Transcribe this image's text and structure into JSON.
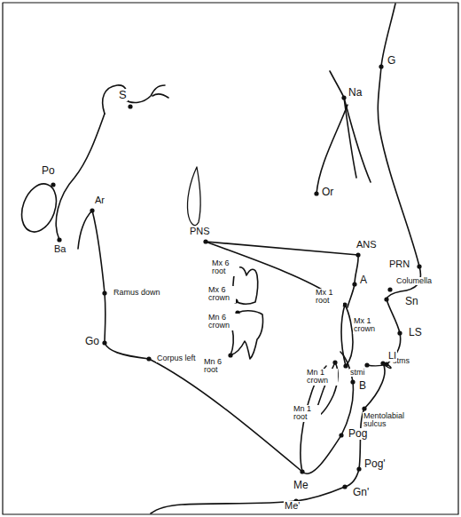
{
  "diagram": {
    "labels": [
      "G",
      "Na",
      "Or",
      "S",
      "Po",
      "Ar",
      "Ba",
      "PRN",
      "Columella",
      "Sn",
      "ANS",
      "PNS",
      "A",
      "Mx 1 root",
      "Mx 6 root",
      "Mx 6 crown",
      "Mn 6 crown",
      "Mn 6 root",
      "Ramus down",
      "Go",
      "Corpus left",
      "Mx 1 crown",
      "LS",
      "stms",
      "stmi",
      "Mn 1 crown",
      "Mn 1 root",
      "B",
      "LI",
      "Mentolabial sulcus",
      "Pog",
      "Pog'",
      "Me",
      "Gn'",
      "Me'"
    ]
  }
}
